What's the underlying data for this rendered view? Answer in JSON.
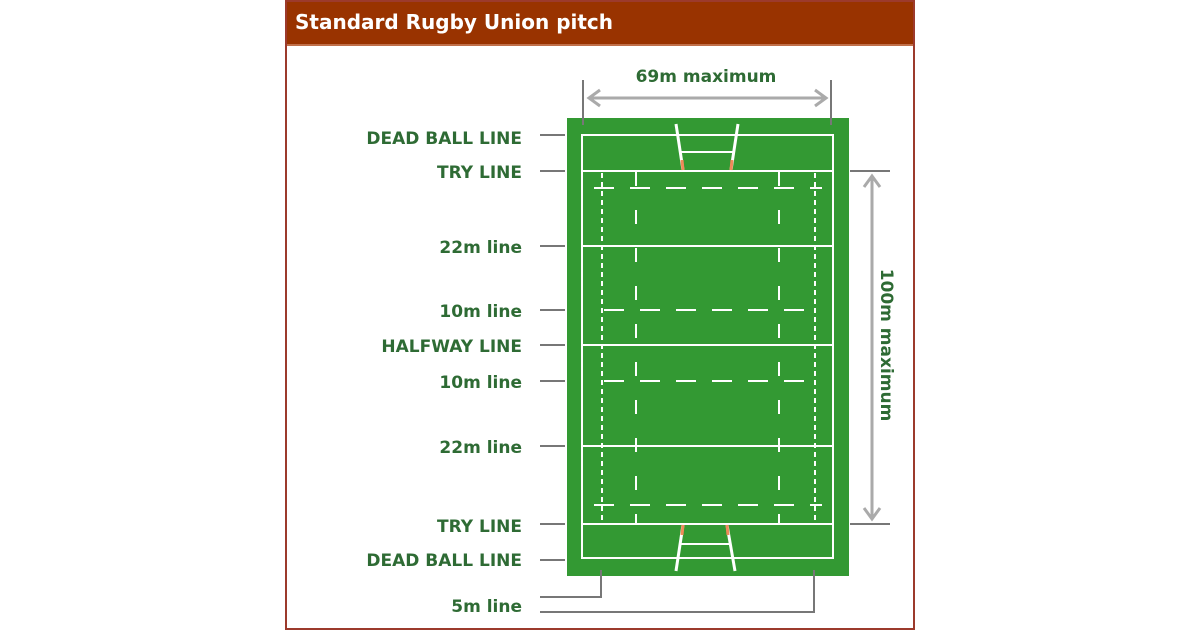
{
  "header": {
    "title": "Standard Rugby Union pitch"
  },
  "dimensions": {
    "width_label": "69m maximum",
    "length_label": "100m maximum"
  },
  "labels": {
    "dead_ball_top": "DEAD BALL LINE",
    "try_top": "TRY LINE",
    "line22_top": "22m line",
    "line10_top": "10m line",
    "halfway": "HALFWAY LINE",
    "line10_bottom": "10m line",
    "line22_bottom": "22m line",
    "try_bottom": "TRY LINE",
    "dead_ball_bottom": "DEAD BALL LINE",
    "line5": "5m line"
  },
  "colors": {
    "header": "#993300",
    "pitch": "#339933",
    "text": "#2e6b34",
    "leader": "#777777",
    "arrow": "#aaaaaa",
    "post_pad": "#f08a5a"
  }
}
